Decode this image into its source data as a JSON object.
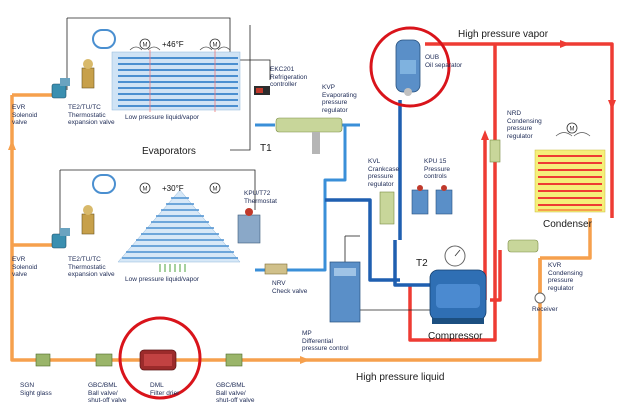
{
  "labels": {
    "evr_top": "EVR\nSolenoid\nvalve",
    "te2_top": "TE2/TU/TC\nThermostatic\nexpansion valve",
    "temp_top": "+46°F",
    "ekc": "EKC201\nRefrigeration\ncontroller",
    "lp_top": "Low pressure liquid/vapor",
    "kvp": "KVP\nEvaporating\npressure\nregulator",
    "evaporators": "Evaporators",
    "t1": "T1",
    "oub": "OUB\nOil separator",
    "hp_vapor": "High pressure vapor",
    "nrd": "NRD\nCondensing\npressure\nregulator",
    "kvl": "KVL\nCrankcase\npressure\nregulator",
    "kpu": "KPU 15\nPressure\ncontrols",
    "temp_bottom": "+30°F",
    "kpu_t72": "KPU/T72\nThermostat",
    "condenser": "Condenser",
    "evr_bottom": "EVR\nSolenoid\nvalve",
    "te2_bottom": "TE2/TU/TC\nThermostatic\nexpansion valve",
    "lp_bottom": "Low pressure liquid/vapor",
    "nrv": "NRV\nCheck valve",
    "t2": "T2",
    "kvr": "KVR\nCondensing\npressure\nregulator",
    "receiver": "Receiver",
    "mp": "MP\nDifferential\npressure control",
    "compressor": "Compressor",
    "sgn": "SGN\nSight glass",
    "gbc_left": "GBC/BML\nBall valve/\nshut-off valve",
    "dml": "DML\nFilter drier",
    "gbc_right": "GBC/BML\nBall valve/\nshut-off valve",
    "hp_liquid": "High pressure liquid"
  },
  "colors": {
    "high_pressure_vapor": "#ee3b33",
    "high_pressure_liquid": "#f6a04d",
    "low_pressure": "#3a8fd8",
    "suction": "#1f5fb0",
    "highlight_ring": "#d9141b"
  },
  "icons": [
    "fan-icon",
    "solenoid-valve-icon",
    "expansion-valve-icon",
    "filter-drier-icon",
    "sight-glass-icon",
    "ball-valve-icon",
    "oil-separator-icon",
    "compressor-icon",
    "receiver-icon",
    "pressure-gauge-icon"
  ]
}
